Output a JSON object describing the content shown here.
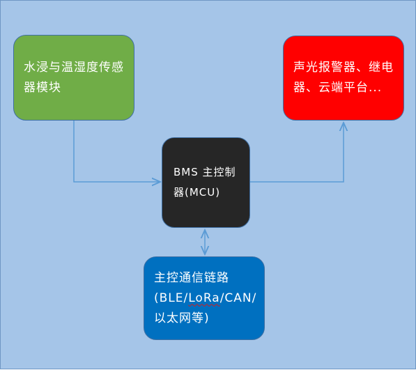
{
  "diagram": {
    "nodes": {
      "sensor": {
        "text": "水浸与温湿度传感器模块",
        "color": "#70ad47"
      },
      "alarm": {
        "text": "声光报警器、继电器、云端平台...",
        "color": "#ff0000"
      },
      "mcu": {
        "text": "BMS 主控制器(MCU)",
        "color": "#262626"
      },
      "link": {
        "prefix": "主控通信链路(BLE/",
        "underlined": "LoRa",
        "suffix": "/CAN/以太网等)",
        "color": "#0070c0"
      }
    },
    "edges": [
      {
        "from": "sensor",
        "to": "mcu",
        "arrow": "end"
      },
      {
        "from": "mcu",
        "to": "alarm",
        "arrow": "end"
      },
      {
        "from": "mcu",
        "to": "link",
        "arrow": "both"
      }
    ],
    "colors": {
      "background": "#a5c5e8",
      "connector": "#5b9bd5"
    }
  }
}
